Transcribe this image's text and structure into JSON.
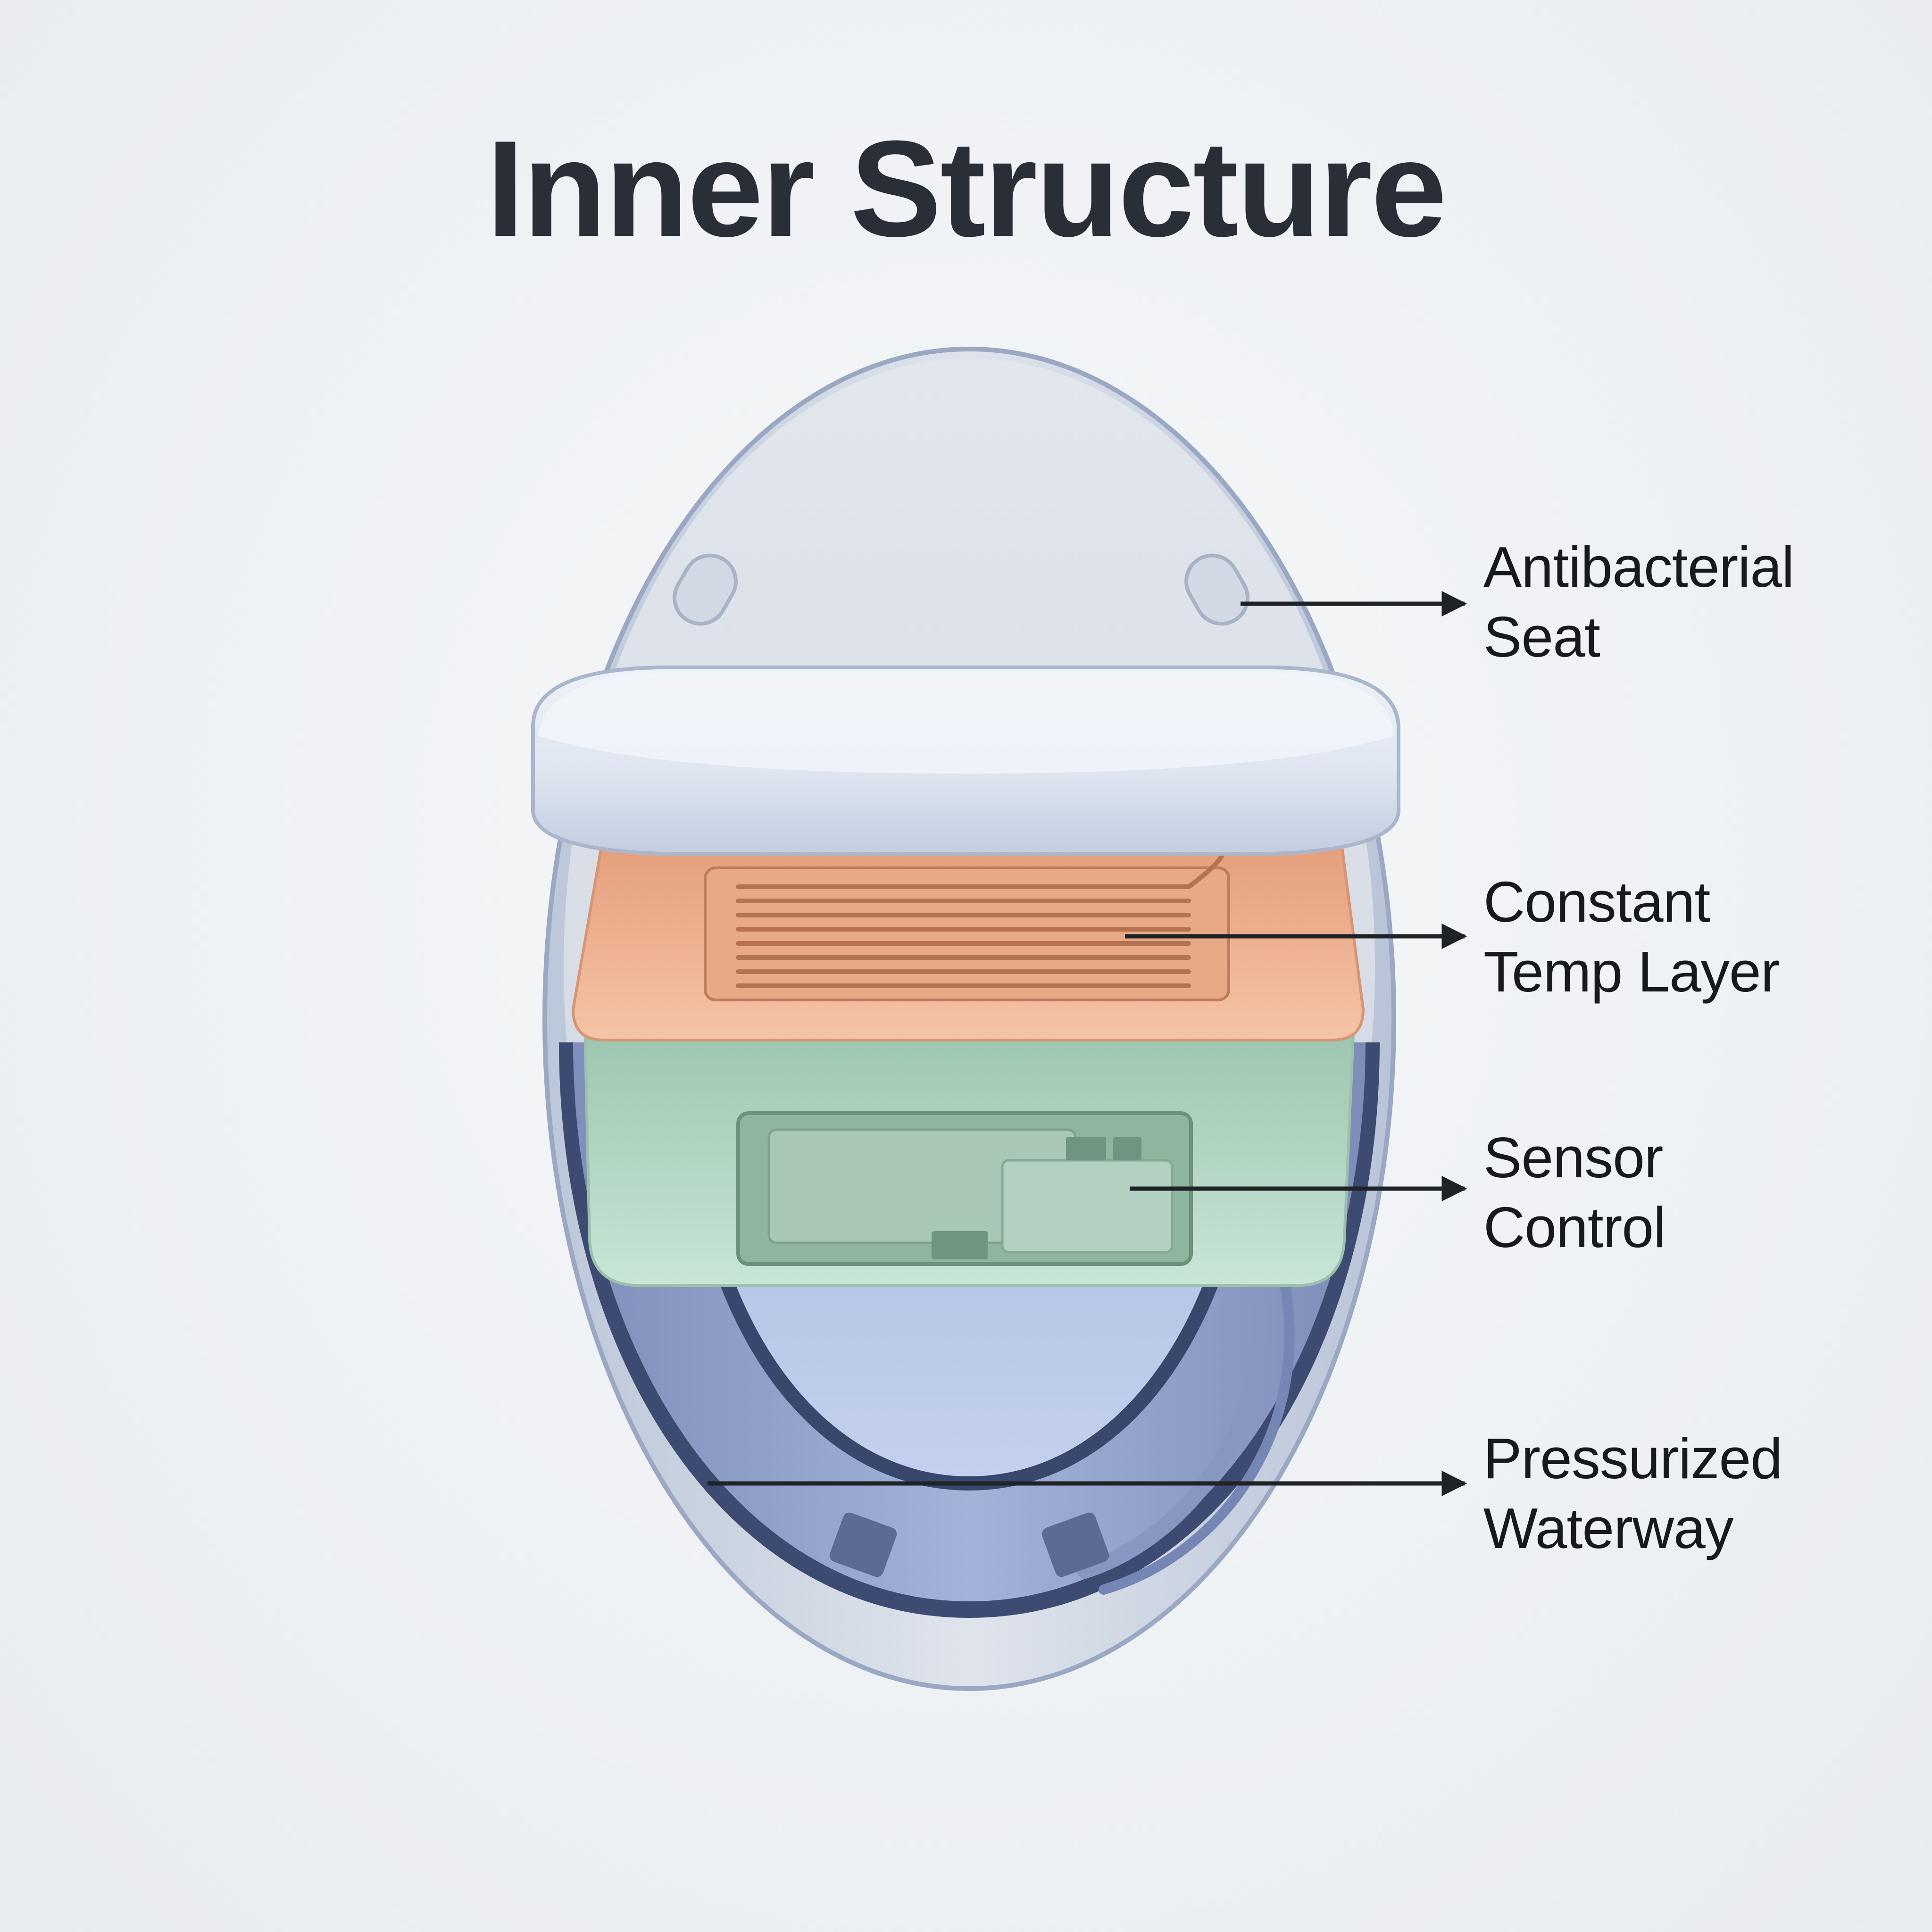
{
  "title": "Inner Structure",
  "labels": [
    {
      "id": "antibacterial-seat",
      "lines": [
        "Antibacterial",
        "Seat"
      ]
    },
    {
      "id": "constant-temp-layer",
      "lines": [
        "Constant",
        "Temp Layer"
      ]
    },
    {
      "id": "sensor-control",
      "lines": [
        "Sensor",
        "Control"
      ]
    },
    {
      "id": "pressurized-waterway",
      "lines": [
        "Pressurized",
        "Waterway"
      ]
    }
  ],
  "colors": {
    "title": "#2a2f37",
    "shell": "#cfd7e4",
    "shell_rim": "#8d9bbb",
    "seat_lid": "#e4e9f2",
    "temp_layer": "#f0b18f",
    "sensor_layer": "#bcdcca",
    "waterway": "#b7c7ea",
    "arrow": "#1f2328"
  }
}
